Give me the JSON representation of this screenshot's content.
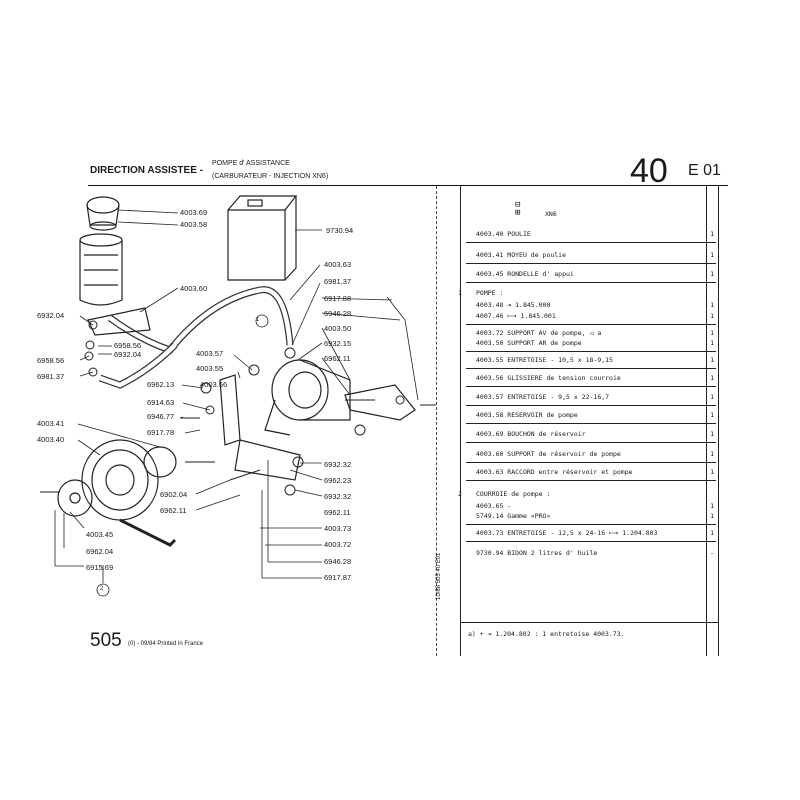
{
  "header": {
    "title": "DIRECTION ASSISTEE -",
    "sub1": "POMPE d' ASSISTANCE",
    "sub2": "(CARBURATEUR - INJECTION XN6)",
    "section_number": "40",
    "section_code": "E 01"
  },
  "diagram_labels": {
    "l4003_69": "4003.69",
    "l4003_58": "4003.58",
    "l9730_94": "9730.94",
    "l4003_63": "4003.63",
    "l6981_37a": "6981.37",
    "l4003_60": "4003.60",
    "l6917_88": "6917.88",
    "l6946_28a": "6946.28",
    "l4003_50": "4003.50",
    "l6932_04a": "6932.04",
    "l6932_15": "6932.15",
    "l6962_11a": "6962.11",
    "l4003_57": "4003.57",
    "l4003_55": "4003.55",
    "l6958_56a": "6958.56",
    "l6932_04b": "6932.04",
    "l6958_56b": "6958.56",
    "l6981_37b": "6981.37",
    "l4003_56": "4003.56",
    "l6962_13": "6962.13",
    "l6914_63": "6914.63",
    "l6946_77": "6946.77",
    "l6917_78": "6917.78",
    "l4003_41": "4003.41",
    "l4003_40": "4003.40",
    "l6932_32a": "6932.32",
    "l6962_23": "6962.23",
    "l6932_32b": "6932.32",
    "l6962_11b": "6962.11",
    "l6902_04": "6902.04",
    "l4003_73": "4003.73",
    "l4003_45": "4003.45",
    "l4003_72": "4003.72",
    "l6962_04": "6962.04",
    "l6946_28b": "6946.28",
    "l6915_69": "6915.69",
    "l6917_87": "6917.87",
    "circle1": "1",
    "circle2": "2"
  },
  "parts_list": {
    "top_code": "XN6",
    "rows": [
      {
        "text": "4003.40 POULIE",
        "qty": "1"
      },
      {
        "text": "4003.41 MOYEU de poulie",
        "qty": "1"
      },
      {
        "text": "4003.45 RONDELLE d' appui",
        "qty": "1"
      },
      {
        "text": "POMPE :",
        "qty": "",
        "index": "1"
      },
      {
        "text": "4003.48 ⇥ 1.845.000",
        "qty": "1"
      },
      {
        "text": "4007.46 ⟼ 1.845.001",
        "qty": "1"
      },
      {
        "text": "4003.72 SUPPORT AV de pompe, ◁ a",
        "qty": "1"
      },
      {
        "text": "4003.50 SUPPORT AR de pompe",
        "qty": "1"
      },
      {
        "text": "4003.55 ENTRETOISE - 10,5 x 18-9,15",
        "qty": "1"
      },
      {
        "text": "4003.56 GLISSIERE de tension courroie",
        "qty": "1"
      },
      {
        "text": "4003.57 ENTRETOISE - 9,5 x 22-16,7",
        "qty": "1"
      },
      {
        "text": "4003.58 RESERVOIR de pompe",
        "qty": "1"
      },
      {
        "text": "4003.69 BOUCHON de réservoir",
        "qty": "1"
      },
      {
        "text": "4003.60 SUPPORT de réservoir de pompe",
        "qty": "1"
      },
      {
        "text": "4003.63 RACCORD entre réservoir et pompe",
        "qty": "1"
      },
      {
        "text": "COURROIE de pompe :",
        "qty": "",
        "index": "2"
      },
      {
        "text": "4003.65 -",
        "qty": "1"
      },
      {
        "text": "5749.14 Gamme «PRO»",
        "qty": "1"
      },
      {
        "text": "4003.73 ENTRETOISE - 12,5 x 24-16 ⟼ 1.204.803",
        "qty": "1"
      },
      {
        "text": "9730.94 BIDON 2 litres d' huile",
        "qty": "-"
      }
    ],
    "note": "a)  +  ⇥ 1.204.802 : 1 entretoise 4003.73."
  },
  "footer": {
    "page": "505",
    "info": "(0) - 09/84 Printed in France",
    "vertical_ref": "10/88  505  40  E01"
  }
}
